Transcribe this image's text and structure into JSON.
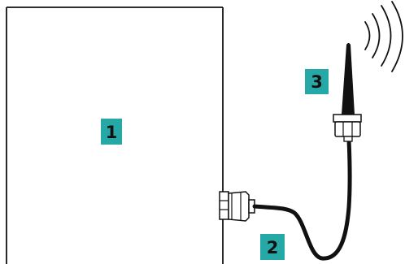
{
  "callouts": {
    "enclosure": "1",
    "cable": "2",
    "antenna": "3"
  },
  "colors": {
    "badge_fill": "#26a8a6",
    "badge_text": "#111111",
    "line": "#111111",
    "background": "#ffffff",
    "connector_fill": "#ffffff"
  },
  "icons": {
    "signal": "radio-waves-icon",
    "antenna": "antenna-icon",
    "connector": "connector-icon"
  }
}
